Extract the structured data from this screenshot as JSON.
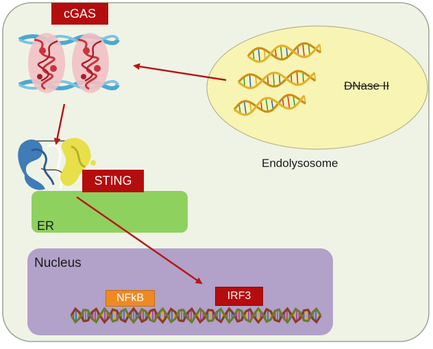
{
  "labels": {
    "cgas": "cGAS",
    "sting": "STING",
    "er": "ER",
    "nucleus": "Nucleus",
    "nfkb": "NFkB",
    "irf3": "IRF3",
    "dnase": "DNase II",
    "endolysosome": "Endolysosome"
  },
  "colors": {
    "cell": "#eff3e6",
    "cell_border": "#9aa58c",
    "endolysosome": "#f8f4b3",
    "endolysosome_border": "#b9b48a",
    "er": "#8fd15e",
    "nucleus": "#b2a1c8",
    "label_red": "#b50d0d",
    "label_orange": "#ef8a22",
    "arrow": "#b51717",
    "dna_gold": "#e3b12a",
    "dna_blue": "#4ea7cf",
    "protein_red": "#c9333c",
    "sting_blue": "#3f7cb8",
    "sting_yellow": "#e8e04a"
  },
  "icons": [
    "dna-helix-icon",
    "cgas-protein-icon",
    "sting-protein-icon",
    "chromosomal-dna-icon"
  ]
}
